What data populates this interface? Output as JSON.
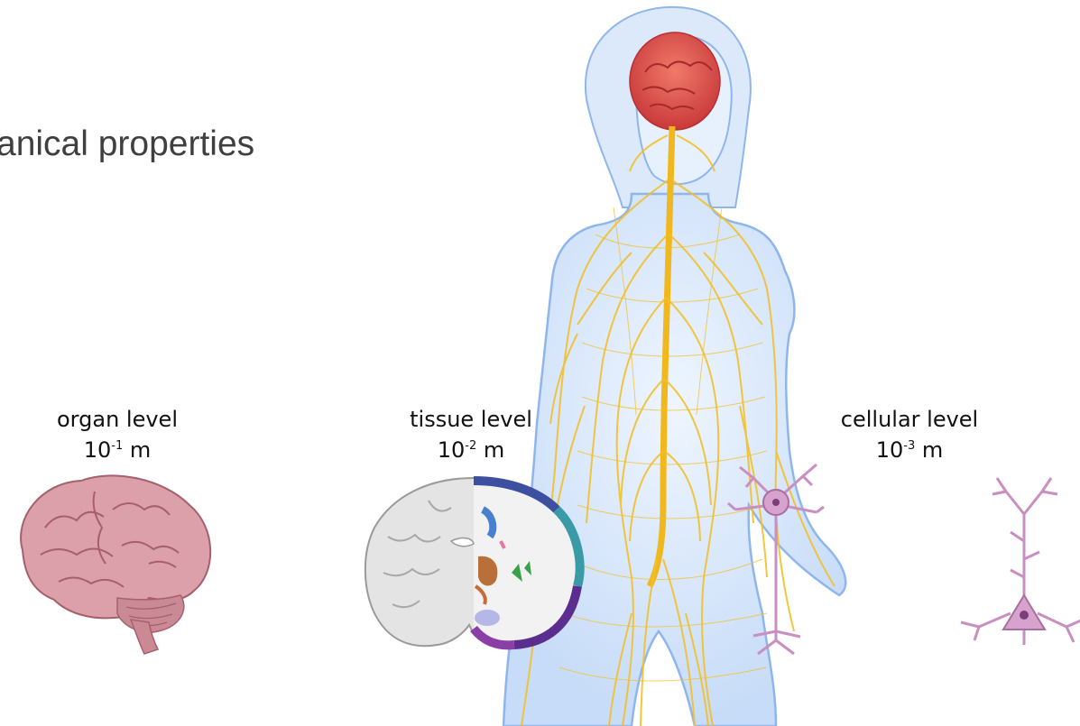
{
  "heading": "anical properties",
  "levels": {
    "organ": {
      "label": "organ level",
      "base": "10",
      "exponent": "-1",
      "unit": " m"
    },
    "tissue": {
      "label": "tissue level",
      "base": "10",
      "exponent": "-2",
      "unit": " m"
    },
    "cellular": {
      "label": "cellular level",
      "base": "10",
      "exponent": "-3",
      "unit": " m"
    }
  },
  "colors": {
    "brain_pink": "#d99aa4",
    "body_blue": "#cfe3fb",
    "nerve_yellow": "#f3c02a",
    "neuron_purple": "#c98fc0"
  }
}
